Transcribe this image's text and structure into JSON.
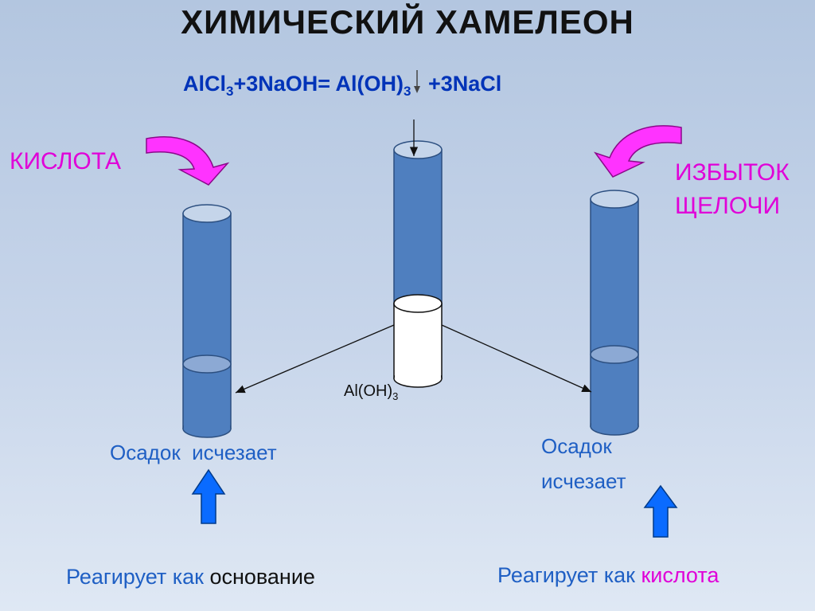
{
  "title": "ХИМИЧЕСКИЙ ХАМЕЛЕОН",
  "equation": {
    "part1": "AlCl",
    "sub1": "3",
    "part2": "+3NaOH= Al(OH)",
    "sub2": "3",
    "part3": " +3NaCl"
  },
  "labels": {
    "acid": "КИСЛОТА",
    "excess_alkali_line1": "ИЗБЫТОК",
    "excess_alkali_line2": "ЩЕЛОЧИ",
    "precipitate_label": "Al(OH)",
    "precipitate_sub": "3",
    "left_result": "Осадок  исчезает",
    "right_result_line1": "Осадок",
    "right_result_line2": "исчезает",
    "left_reacts_prefix": "Реагирует как ",
    "left_reacts_word": "основание",
    "right_reacts_prefix": "Реагирует как ",
    "right_reacts_word": "кислота"
  },
  "colors": {
    "tube_blue": "#4f7fbf",
    "tube_top": "#c5d5ea",
    "magenta": "#ff00ff",
    "arrow_blue": "#0a6bff",
    "text_blue": "#1f5fc4",
    "text_pink": "#e000d8",
    "equation_blue": "#0033b8"
  }
}
